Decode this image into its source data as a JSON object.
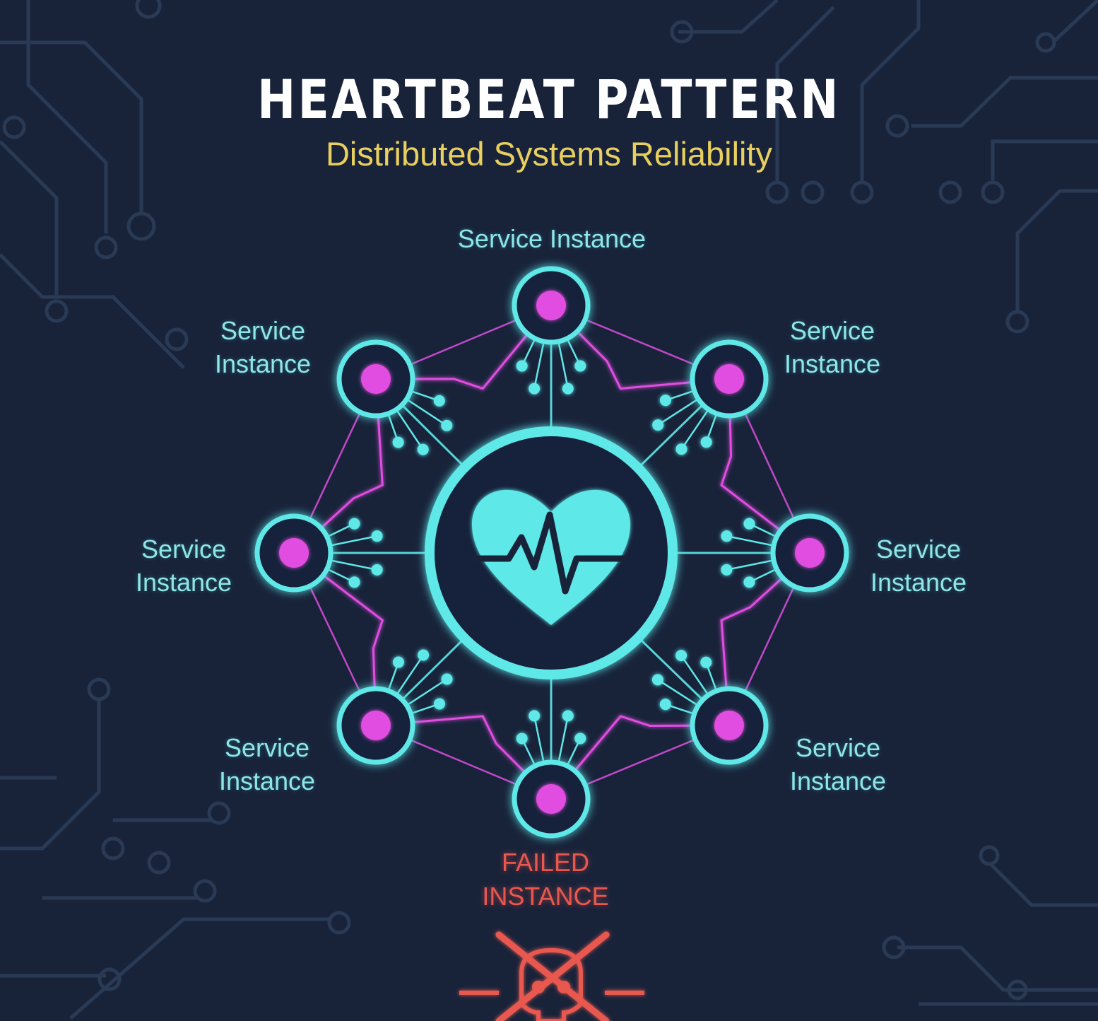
{
  "title": "HEARTBEAT PATTERN",
  "subtitle": "Distributed Systems Reliability",
  "center": {
    "icon": "heart-pulse-icon"
  },
  "nodes": [
    {
      "id": "top",
      "lines": [
        "Service Instance"
      ]
    },
    {
      "id": "top-right",
      "lines": [
        "Service",
        "Instance"
      ]
    },
    {
      "id": "right",
      "lines": [
        "Service",
        "Instance"
      ]
    },
    {
      "id": "bottom-right",
      "lines": [
        "Service",
        "Instance"
      ]
    },
    {
      "id": "bottom",
      "lines": [
        "FAILED",
        "INSTANCE"
      ],
      "status": "failed"
    },
    {
      "id": "bottom-left",
      "lines": [
        "Service",
        "Instance"
      ]
    },
    {
      "id": "left",
      "lines": [
        "Service",
        "Instance"
      ]
    },
    {
      "id": "top-left",
      "lines": [
        "Service",
        "Instance"
      ]
    }
  ],
  "failed_icon": "skull-crossed-icon",
  "colors": {
    "background": "#18233a",
    "circuit": "#2a3a55",
    "cyan": "#5ee8e8",
    "magenta": "#e04ee0",
    "title": "#ffffff",
    "subtitle": "#e8cf5e",
    "failed": "#e8584f"
  }
}
